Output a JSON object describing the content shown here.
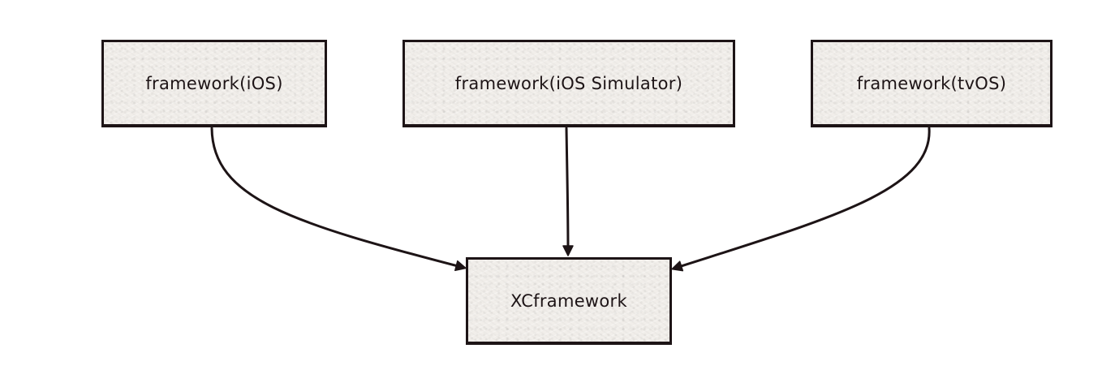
{
  "diagram": {
    "nodes": {
      "ios": {
        "label": "framework(iOS)"
      },
      "simulator": {
        "label": "framework(iOS Simulator)"
      },
      "tvos": {
        "label": "framework(tvOS)"
      },
      "xcframework": {
        "label": "XCframework"
      }
    },
    "edges": [
      {
        "from": "framework(iOS)",
        "to": "XCframework"
      },
      {
        "from": "framework(iOS Simulator)",
        "to": "XCframework"
      },
      {
        "from": "framework(tvOS)",
        "to": "XCframework"
      }
    ],
    "colors": {
      "stroke": "#1d1416",
      "box_fill": "#f1eeea",
      "background": "#ffffff"
    }
  }
}
